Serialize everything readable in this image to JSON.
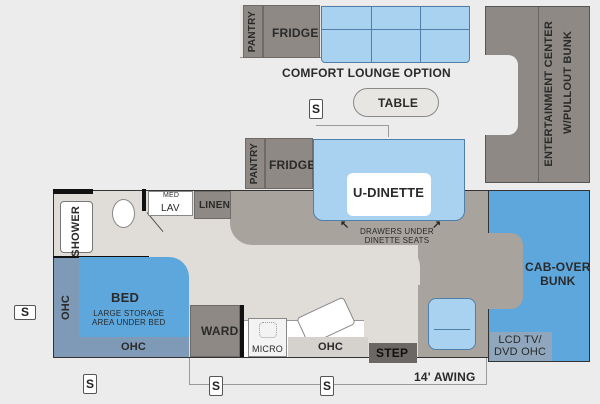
{
  "comfort_lounge": {
    "pantry": "PANTRY",
    "fridge": "FRIDGE",
    "caption": "COMFORT LOUNGE OPTION",
    "table": "TABLE"
  },
  "entertainment": {
    "line1": "ENTERTAINMENT CENTER",
    "line2": "W/PULLOUT BUNK"
  },
  "dinette": {
    "pantry": "PANTRY",
    "fridge": "FRIDGE",
    "label": "U-DINETTE",
    "note_line1": "DRAWERS UNDER",
    "note_line2": "DINETTE SEATS"
  },
  "bath": {
    "shower": "SHOWER",
    "med": "MED",
    "lav": "LAV",
    "linen": "LINEN"
  },
  "bedroom": {
    "ohc_side": "OHC",
    "bed": "BED",
    "bed_note_line1": "LARGE STORAGE",
    "bed_note_line2": "AREA UNDER BED",
    "ohc_bottom": "OHC"
  },
  "galley": {
    "ward": "WARD",
    "micro": "MICRO",
    "ohc": "OHC",
    "step": "STEP"
  },
  "cab": {
    "bunk_line1": "CAB-OVER",
    "bunk_line2": "BUNK",
    "tv_line1": "LCD TV/",
    "tv_line2": "DVD OHC"
  },
  "awning": "14' AWING",
  "slide_marker": "S",
  "colors": {
    "bed": "#5ea7dc",
    "seat": "#a9d2f0",
    "cabinet": "#8e8984",
    "floor": "#e0ddd8",
    "carpet": "#a8a39d"
  }
}
